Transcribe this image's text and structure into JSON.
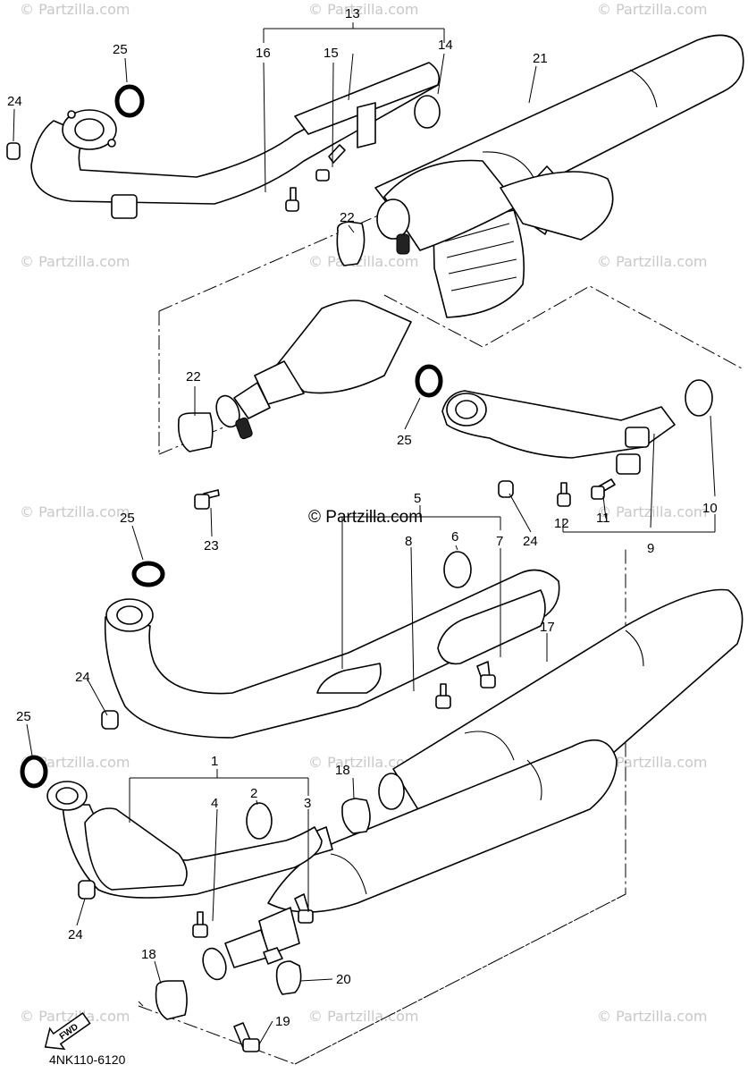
{
  "watermark": "© Partzilla.com",
  "brand": "© Partzilla.com",
  "diagram_code": "4NK110-6120",
  "fwd_label": "FWD",
  "callouts": {
    "c1": "1",
    "c2": "2",
    "c3": "3",
    "c4": "4",
    "c5": "5",
    "c6": "6",
    "c7": "7",
    "c8": "8",
    "c9": "9",
    "c10": "10",
    "c11": "11",
    "c12": "12",
    "c13": "13",
    "c14": "14",
    "c15": "15",
    "c16": "16",
    "c17": "17",
    "c18a": "18",
    "c18b": "18",
    "c19": "19",
    "c20": "20",
    "c21": "21",
    "c22a": "22",
    "c22b": "22",
    "c23": "23",
    "c24a": "24",
    "c24b": "24",
    "c24c": "24",
    "c24d": "24",
    "c25a": "25",
    "c25b": "25",
    "c25c": "25",
    "c25d": "25"
  }
}
